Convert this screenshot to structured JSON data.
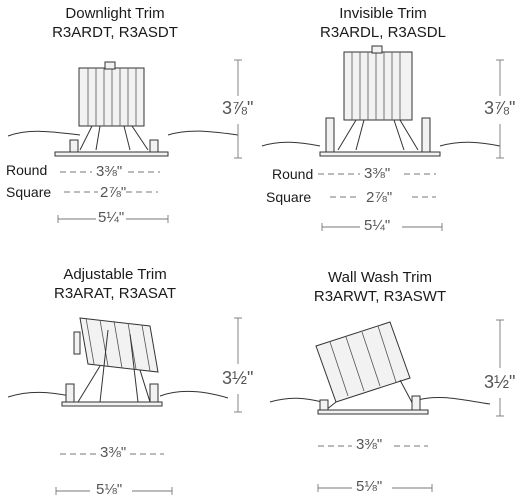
{
  "panels": {
    "downlight": {
      "title": "Downlight Trim",
      "models": "R3ARDT, R3ASDT",
      "height": "3⅞\"",
      "round_label": "Round",
      "round_dim": "3⅜\"",
      "square_label": "Square",
      "square_dim": "2⅞\"",
      "overall_dim": "5¼\""
    },
    "invisible": {
      "title": "Invisible Trim",
      "models": "R3ARDL, R3ASDL",
      "height": "3⅞\"",
      "round_label": "Round",
      "round_dim": "3⅜\"",
      "square_label": "Square",
      "square_dim": "2⅞\"",
      "overall_dim": "5¼\""
    },
    "adjustable": {
      "title": "Adjustable Trim",
      "models": "R3ARAT, R3ASAT",
      "height": "3½\"",
      "aperture_dim": "3⅜\"",
      "overall_dim": "5⅛\""
    },
    "wallwash": {
      "title": "Wall Wash Trim",
      "models": "R3ARWT, R3ASWT",
      "height": "3½\"",
      "aperture_dim": "3⅜\"",
      "overall_dim": "5⅛\""
    }
  }
}
